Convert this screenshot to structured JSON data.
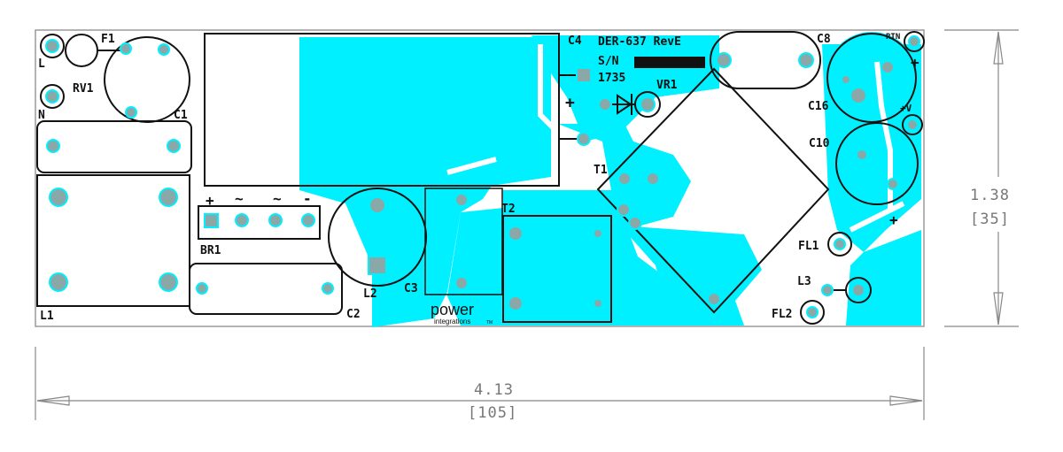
{
  "board": {
    "title": "DER-637 RevE",
    "sn_label": "S/N",
    "date_code": "1735",
    "logo_word": "power",
    "logo_sub": "integrations",
    "logo_tm": "TM",
    "copper_color": "#00f0ff",
    "pad_color": "#8aa8a8",
    "silk_color": "#111111"
  },
  "refdes": {
    "f1": "F1",
    "l": "L",
    "n": "N",
    "rv1": "RV1",
    "c1": "C1",
    "c2": "C2",
    "c3": "C3",
    "c4": "C4",
    "c8": "C8",
    "c10": "C10",
    "c16": "C16",
    "l1": "L1",
    "l2": "L2",
    "l3": "L3",
    "br1": "BR1",
    "t1": "T1",
    "t2": "T2",
    "vr1": "VR1",
    "fl1": "FL1",
    "fl2": "FL2",
    "rtn": "RTN",
    "v": "+V"
  },
  "marks": {
    "bridge_plus": "+",
    "bridge_ac1": "~",
    "bridge_ac2": "~",
    "bridge_minus": "-",
    "c4_plus": "+",
    "c10_plus": "+",
    "c16_plus": "+"
  },
  "dimensions": {
    "width_in": "4.13",
    "width_mm": "[105]",
    "height_in": "1.38",
    "height_mm": "[35]"
  }
}
